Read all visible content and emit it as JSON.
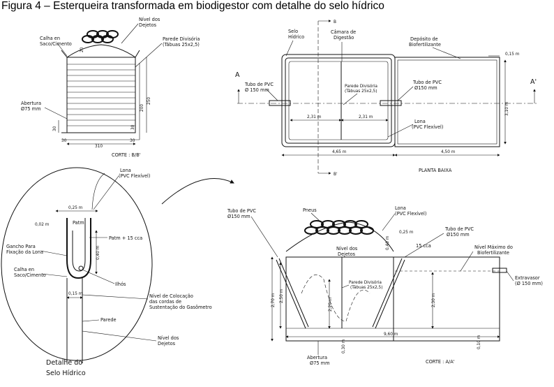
{
  "title": "Figura 4 – Esterqueira transformada em biodigestor com detalhe do selo hídrico",
  "corte_bb": {
    "calha": "Calha en",
    "calha2": "Saco/Cimento",
    "nivel": "Nível dos",
    "nivel2": "Dejetos",
    "parede": "Parede Divisória",
    "parede2": "(Tábuas 25x2,5)",
    "abertura": "Abertura",
    "abertura2": "Ø75 mm",
    "dim_20": "20",
    "dim_200": "200",
    "dim_250": "250",
    "dim_30a": "30",
    "dim_30b": "30",
    "dim_30c": "30",
    "dim_30d": "30",
    "dim_310": "310",
    "label": "CORTE : B/B'"
  },
  "planta": {
    "selo": "Selo",
    "selo2": "Hídrico",
    "camara": "Câmara de",
    "camara2": "Digestão",
    "deposito": "Depósito de",
    "deposito2": "Biofertilizante",
    "b_top": "B",
    "b_bottom": "B'",
    "a_left": "A",
    "a_right": "A'",
    "tubo_l": "Tubo de PVC",
    "tubo_l2": "Ø 150 mm",
    "parede": "Parede Divisória",
    "parede2": "(Tábuas 25x2,5)",
    "tubo_r": "Tubo de PVC",
    "tubo_r2": "Ø150 mm",
    "lona": "Lona",
    "lona2": "(PVC Flexível)",
    "dim_015": "0,15 m",
    "dim_231a": "2,31 m",
    "dim_231b": "2,31 m",
    "dim_310": "3,10 m",
    "dim_465": "4,65 m",
    "dim_450": "4,50 m",
    "label": "PLANTA BAIXA"
  },
  "detalhe": {
    "lona": "Lona",
    "lona2": "(PVC Flexível)",
    "dim_025": "0,25 m",
    "dim_002": "0,02 m",
    "patm": "Patm",
    "patm15": "Patm + 15 cca",
    "gancho": "Gancho Para",
    "gancho2": "Fixação da Lona",
    "dim_040": "0,40 m",
    "calha": "Calha en",
    "calha2": "Saco/Cimento",
    "ilhos": "Ilhós",
    "dim_015": "0,15 m",
    "nivel_col": "Nível de Colocação",
    "nivel_col2": "das cordas de",
    "nivel_col3": "Sustentação do Gasômetro",
    "parede": "Parede",
    "nivel": "Nível dos",
    "nivel2": "Dejetos",
    "caption": "Detalhe do",
    "caption2": "Selo Hídrico"
  },
  "corte_aa": {
    "tubo_l": "Tubo de PVC",
    "tubo_l2": "Ø150 mm",
    "pneus": "Pneus",
    "lona": "Lona",
    "lona2": "(PVC Flexível)",
    "dim_025": "0,25 m",
    "dim_040": "0,40 m",
    "cca": "15 cca",
    "tubo_r": "Tubo de PVC",
    "tubo_r2": "Ø150 mm",
    "nivel_max": "Nível Máximo do",
    "nivel_max2": "Biofertilizante",
    "extravasor": "Extravasor",
    "extravasor2": "(Ø 150 mm)",
    "nivel": "Nível dos",
    "nivel2": "Dejetos",
    "parede": "Parede Divisória",
    "parede2": "(Tábuas 25x2,5)",
    "dim_270": "2,70 m",
    "dim_250": "2,50 m",
    "dim_220": "2,20 m",
    "dim_230": "2,30 m",
    "dim_030": "0,30 m",
    "dim_960": "9,60 m",
    "dim_010": "0,10 m",
    "abertura": "Abertura",
    "abertura2": "Ø75 mm",
    "label": "CORTE : A/A'"
  }
}
